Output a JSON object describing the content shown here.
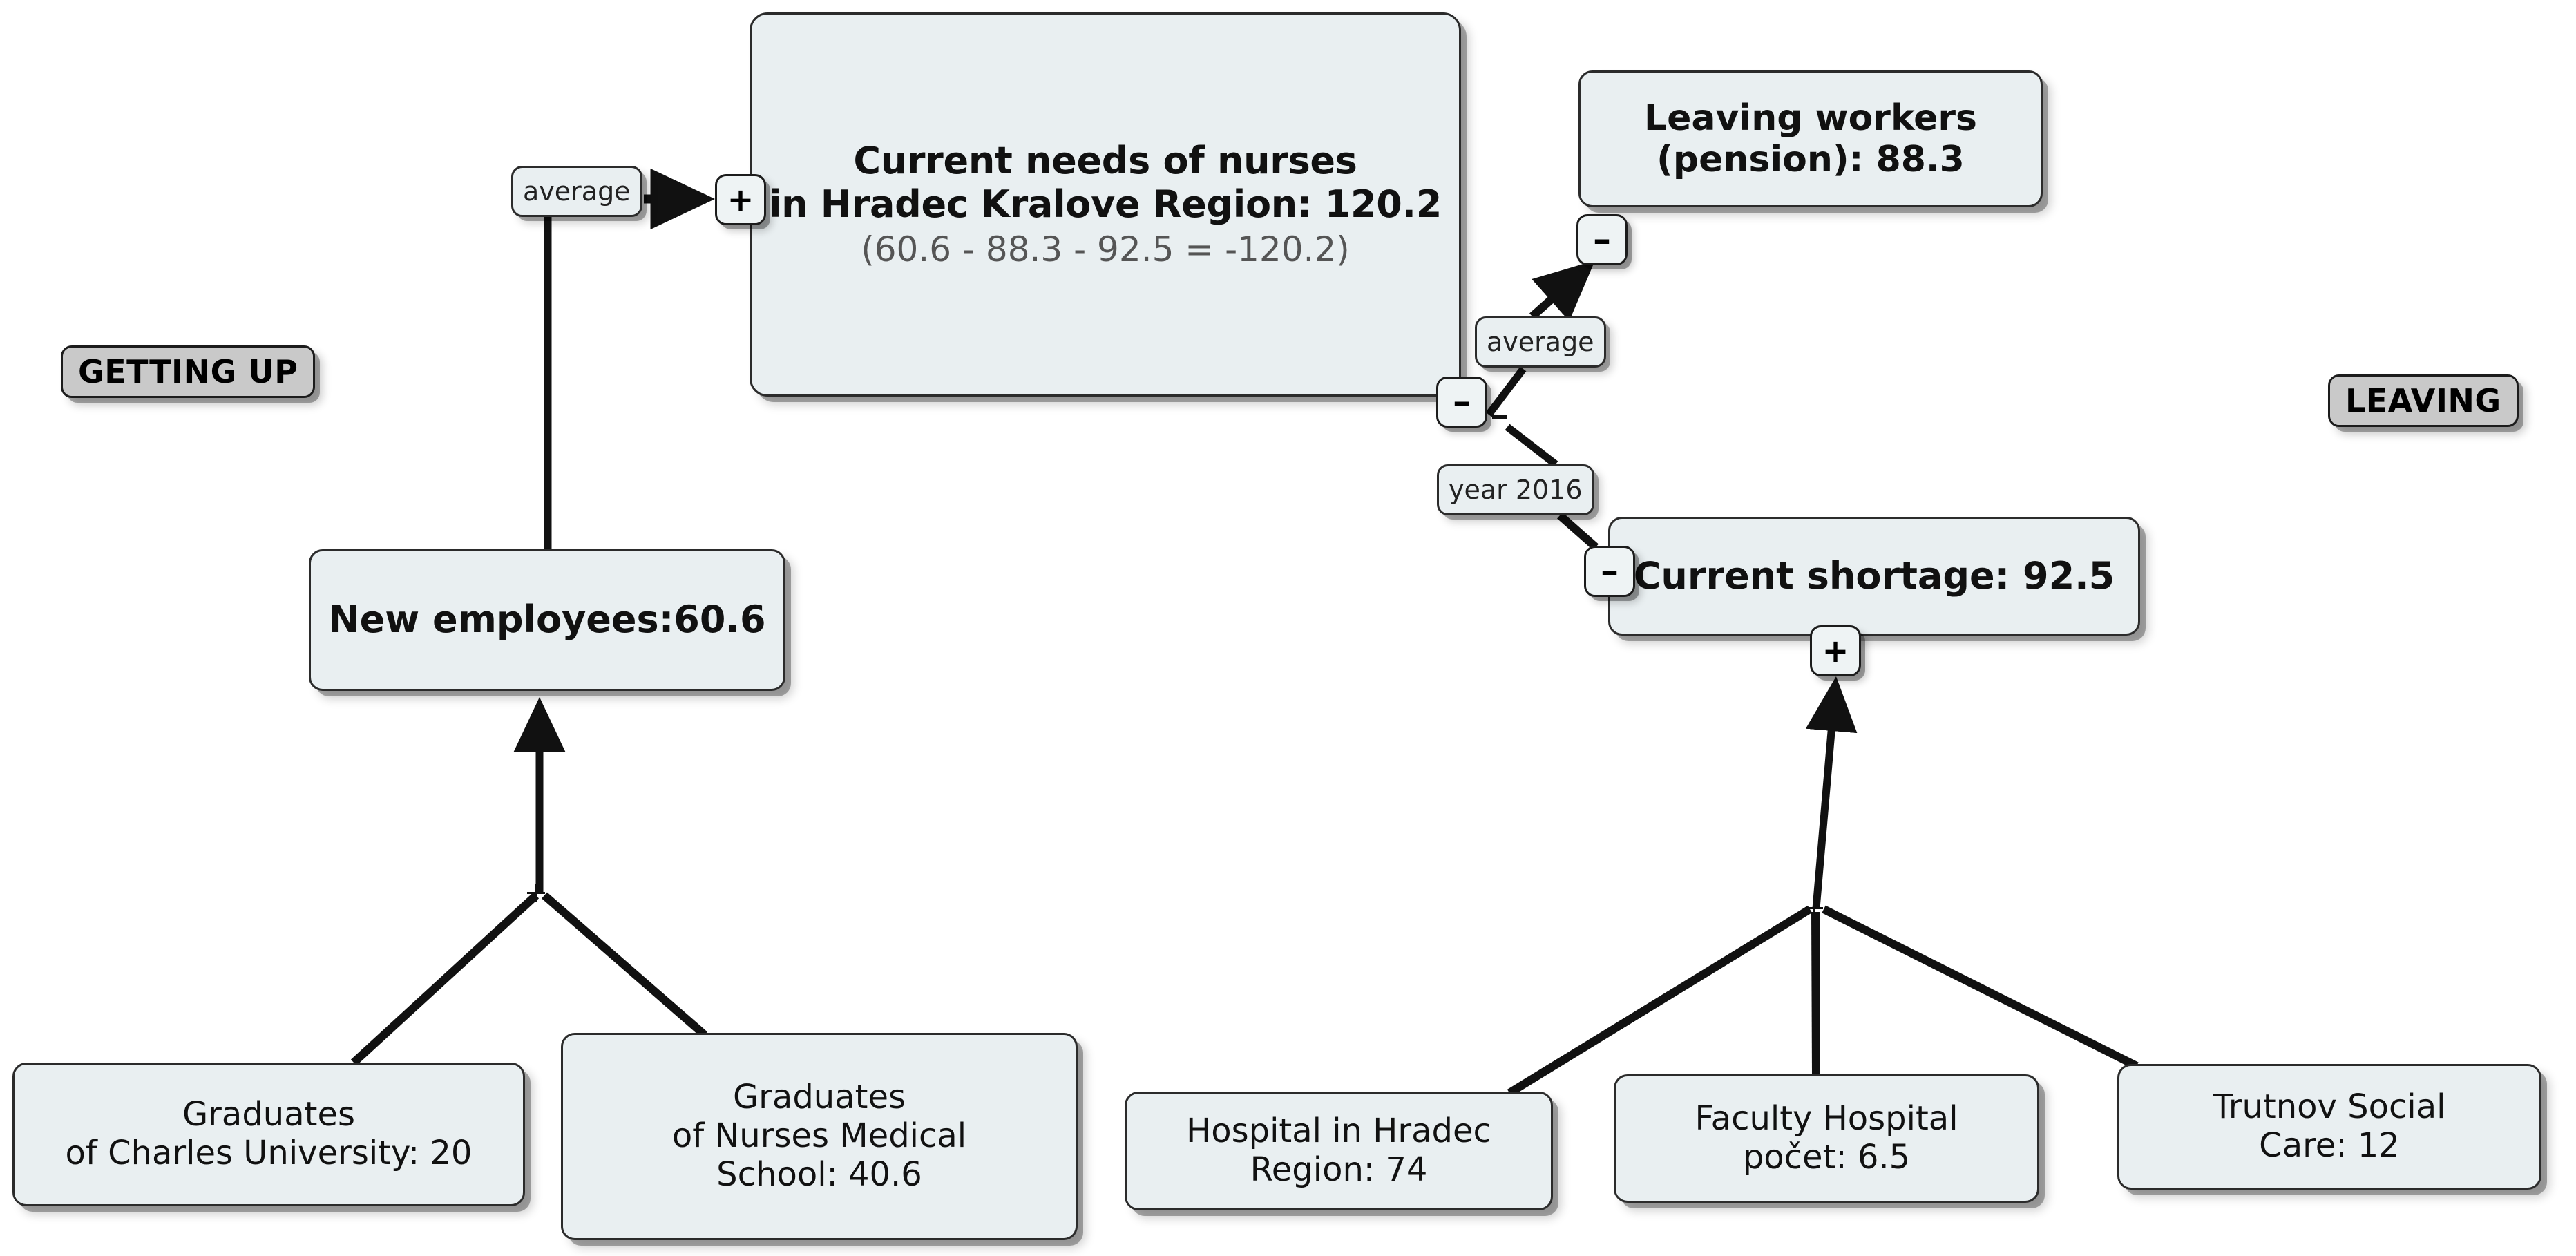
{
  "diagram": {
    "title": "Current needs of nurses in Hradec Kralove Region",
    "background": "#ffffff",
    "node_fill": "#e9eff1",
    "node_stroke": "#2b2b2b",
    "badge_fill": "#c9c9c9",
    "edge_color": "#111111"
  },
  "groups": {
    "left_badge": "GETTING UP",
    "right_badge": "LEAVING"
  },
  "nodes": {
    "main": {
      "line1": "Current needs of nurses",
      "line2": "in Hradec Kralove Region: 120.2",
      "line3": "(60.6 - 88.3 - 92.5 = -120.2)",
      "value": 120.2
    },
    "leaving_workers": {
      "line1": "Leaving workers",
      "line2": "(pension): 88.3",
      "value": 88.3
    },
    "new_employees": {
      "label": "New employees:60.6",
      "value": 60.6
    },
    "current_shortage": {
      "label": "Current shortage: 92.5",
      "value": 92.5
    },
    "graduates_charles": {
      "line1": "Graduates",
      "line2": "of Charles University: 20",
      "value": 20
    },
    "graduates_nurses_school": {
      "line1": "Graduates",
      "line2": "of Nurses Medical",
      "line3": "School: 40.6",
      "value": 40.6
    },
    "hospital_hradec": {
      "line1": "Hospital in Hradec",
      "line2": "Region: 74",
      "value": 74
    },
    "faculty_hospital": {
      "line1": "Faculty Hospital",
      "line2": "počet: 6.5",
      "value": 6.5
    },
    "trutnov_social_care": {
      "line1": "Trutnov Social",
      "line2": "Care: 12",
      "value": 12
    }
  },
  "edge_labels": {
    "average_left": "average",
    "average_right": "average",
    "year_2016": "year 2016"
  },
  "ports": {
    "main_plus": "+",
    "leaving_workers_minus": "–",
    "main_right_minus": "–",
    "current_shortage_minus": "–",
    "current_shortage_plus": "+"
  },
  "junctions": {
    "left_sum": "+",
    "right_sum": "+"
  }
}
